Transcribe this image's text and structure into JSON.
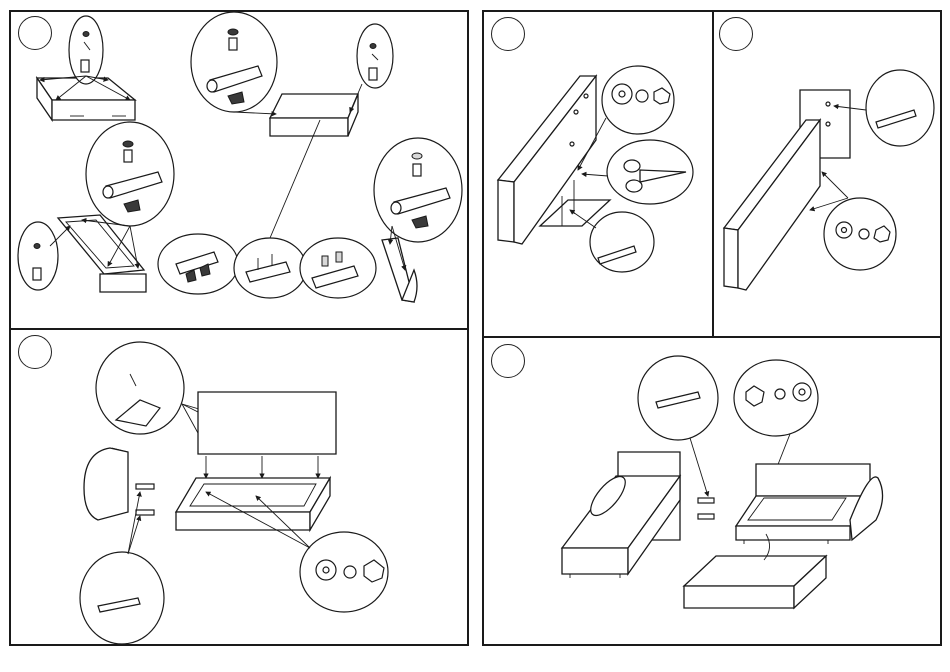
{
  "panels": [
    {
      "id": "panel-top-left"
    },
    {
      "id": "panel-top-middle"
    },
    {
      "id": "panel-top-right"
    },
    {
      "id": "panel-bottom-left"
    },
    {
      "id": "panel-bottom-right"
    }
  ],
  "colors": {
    "line": "#1a1a1a",
    "background": "#ffffff",
    "shade": "#d8d8d8"
  }
}
